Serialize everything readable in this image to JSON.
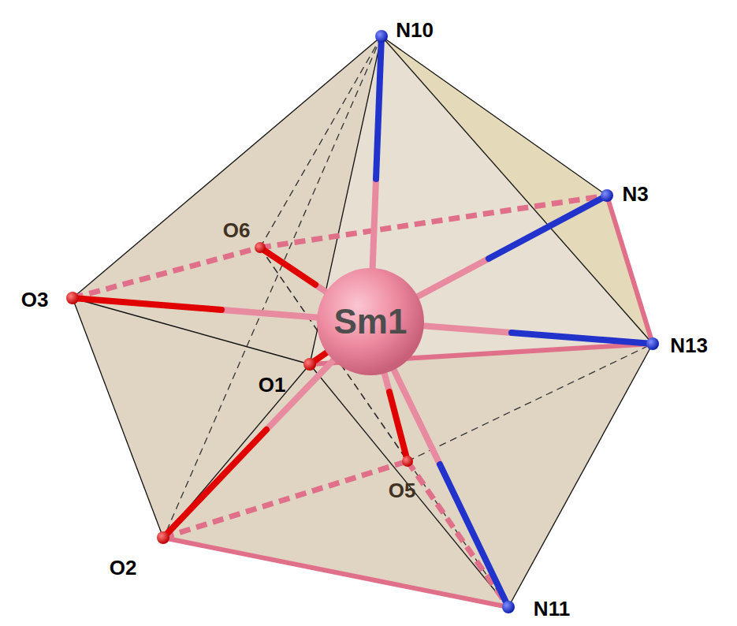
{
  "diagram": {
    "nodes": [
      {
        "text": [
          "Sm1"
        ]
      }
    ],
    "labels": [
      "N10",
      "N3",
      "O6",
      "O3",
      "N13",
      "O1",
      "O5",
      "O2",
      "N11"
    ]
  }
}
